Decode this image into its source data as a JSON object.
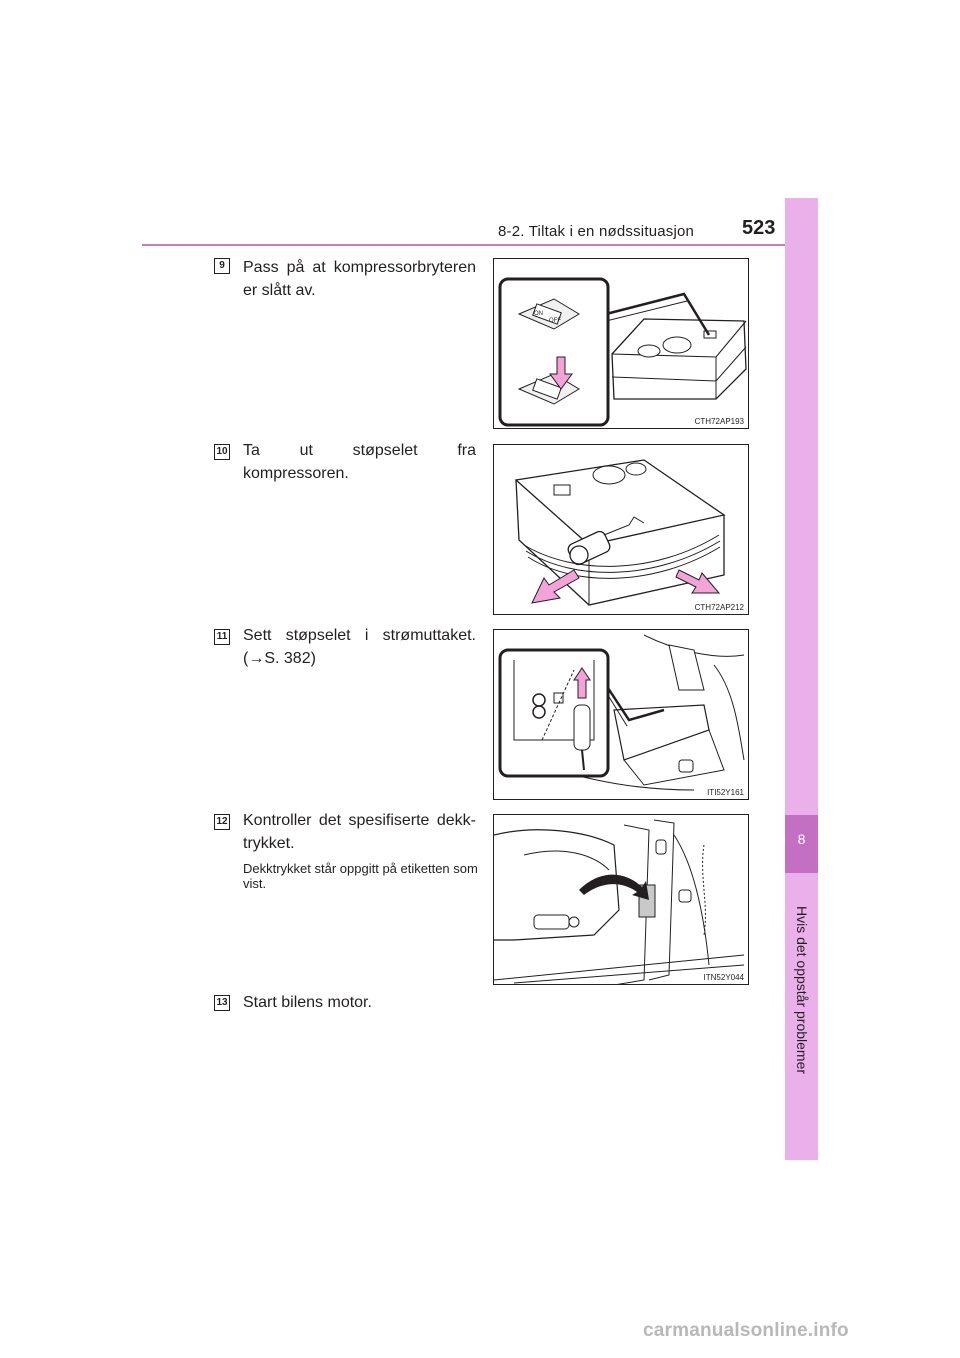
{
  "header": {
    "section": "8-2. Tiltak i en nødssituasjon",
    "page_number": "523"
  },
  "side_tab": {
    "chapter_number": "8",
    "chapter_title": "Hvis det oppstår problemer"
  },
  "steps": [
    {
      "number": "9",
      "text": "Pass på at kompressorbryteren er slått av.",
      "figure_code": "CTH72AP193"
    },
    {
      "number": "10",
      "text": "Ta ut støpselet fra kompressoren.",
      "figure_code": "CTH72AP212"
    },
    {
      "number": "11",
      "text": "Sett støpselet i strømuttaket. (→S. 382)",
      "figure_code": "ITI52Y161"
    },
    {
      "number": "12",
      "text": "Kontroller det spesifiserte dekk-trykket.",
      "note": "Dekktrykket står oppgitt på etiketten som vist.",
      "figure_code": "ITN52Y044"
    },
    {
      "number": "13",
      "text": "Start bilens motor."
    }
  ],
  "figure_labels": {
    "switch_on": "ON",
    "switch_off": "OFF"
  },
  "footer": {
    "watermark": "carmanualsonline.info"
  },
  "colors": {
    "accent": "#c879c8",
    "tab": "#eab0e9",
    "tab_dark": "#c36fc2",
    "arrow": "#f4a3d8"
  }
}
